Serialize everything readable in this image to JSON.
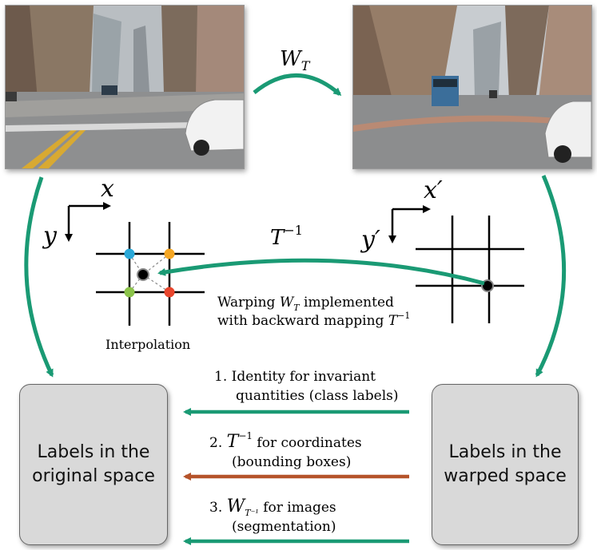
{
  "photos": {
    "original_caption": "",
    "warped_caption": ""
  },
  "warp_operator": {
    "symbol": "W",
    "subscript": "T"
  },
  "axes_original": {
    "x": "x",
    "y": "y"
  },
  "axes_warped": {
    "x": "x′",
    "y": "y′"
  },
  "inverse_mapping": {
    "symbol": "T",
    "superscript": "−1"
  },
  "interpolation_label": "Interpolation",
  "warping_note": {
    "line1_prefix": "Warping ",
    "line1_symbol": "W",
    "line1_sub": "T",
    "line1_suffix": " implemented",
    "line2_prefix": "with backward mapping ",
    "line2_symbol": "T",
    "line2_sup": "−1"
  },
  "boxes": {
    "original": [
      "Labels in the",
      "original space"
    ],
    "warped": [
      "Labels in the",
      "warped space"
    ]
  },
  "transfers": [
    {
      "number": "1.",
      "line1": "Identity for invariant",
      "line2": "quantities (class labels)",
      "color": "#1a9a74"
    },
    {
      "number": "2.",
      "symbol": "T",
      "sup": "−1",
      "line1_suffix": " for coordinates",
      "line2": "(bounding boxes)",
      "color": "#b5532a"
    },
    {
      "number": "3.",
      "symbol": "W",
      "sub": "T⁻¹",
      "line1_suffix": " for images",
      "line2": "(segmentation)",
      "color": "#1a9a74"
    }
  ],
  "colors": {
    "teal": "#1a9a74",
    "rust": "#b5532a",
    "dot_blue": "#2aa8d8",
    "dot_orange": "#f5a623",
    "dot_green": "#8bc34a",
    "dot_red": "#e8452c"
  }
}
